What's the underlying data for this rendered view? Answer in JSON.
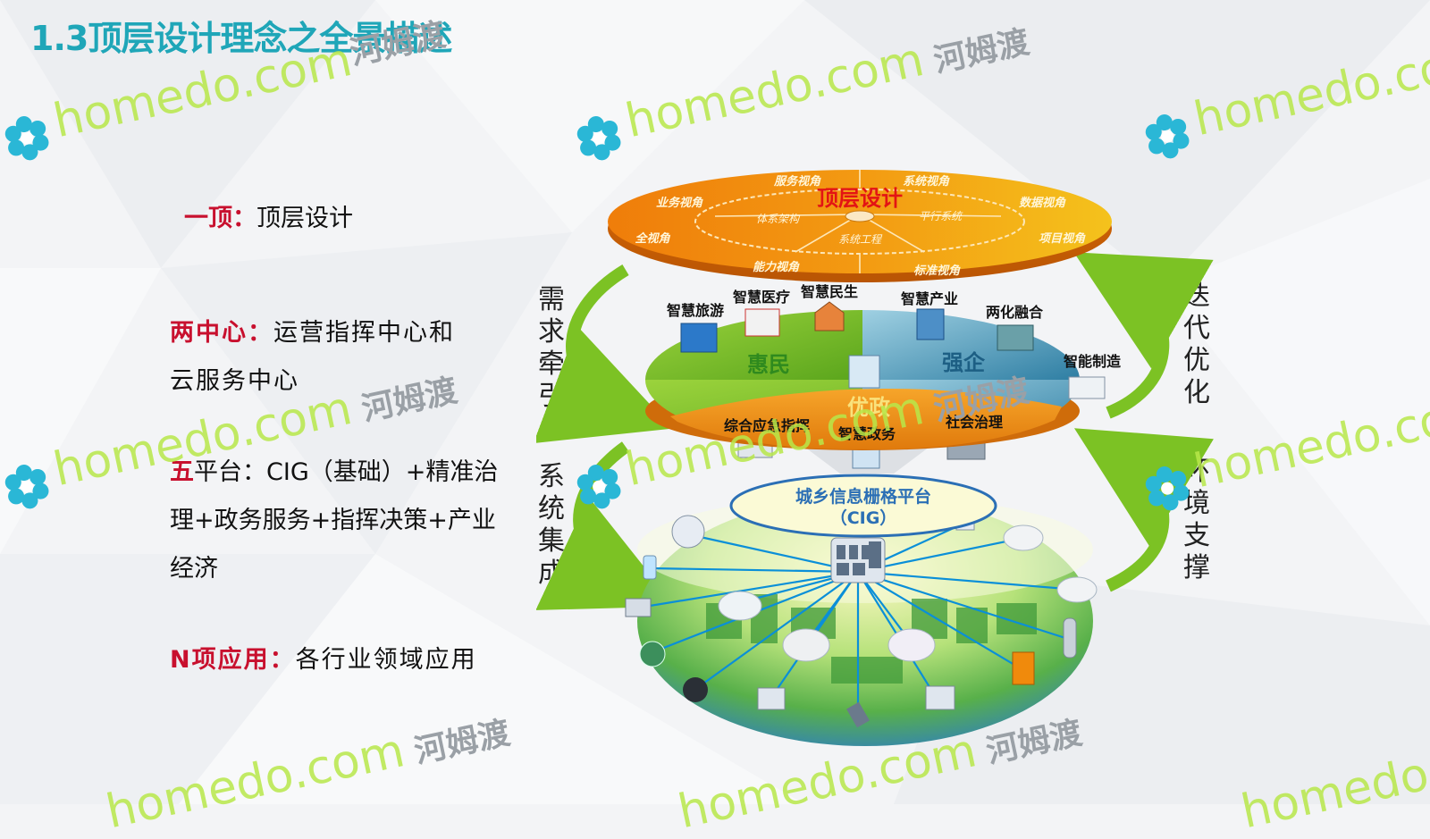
{
  "title": "1.3顶层设计理念之全景描述",
  "points": [
    {
      "label": "一顶：",
      "text": "顶层设计"
    },
    {
      "label": "两中心：",
      "text": "运营指挥中心和云服务中心"
    },
    {
      "label": "五",
      "text": "平台：CIG（基础）+精准治理+政务服务+指挥决策+产业经济"
    },
    {
      "label": "N项应用：",
      "text": "各行业领域应用"
    }
  ],
  "side_labels": {
    "left_top": "需求牵引",
    "left_bottom": "系统集成",
    "right_top": "迭代优化",
    "right_bottom": "环境支撑"
  },
  "top_disc": {
    "title": "顶层设计",
    "outer": [
      "服务视角",
      "系统视角",
      "数据视角",
      "项目视角",
      "标准视角",
      "能力视角",
      "全视角",
      "业务视角"
    ],
    "inner": [
      "体系架构",
      "平行系统",
      "系统工程"
    ]
  },
  "middle_disc": {
    "sectors": [
      "惠民",
      "强企",
      "优政"
    ],
    "apps": [
      "智慧旅游",
      "智慧医疗",
      "智慧民生",
      "智慧产业",
      "两化融合",
      "智能制造",
      "综合应急指挥",
      "智慧政务",
      "社会治理"
    ]
  },
  "bottom_disc": {
    "platform": "城乡信息栅格平台",
    "platform_sub": "（CIG）"
  },
  "watermarks": {
    "domain": "homedo.com",
    "cn": "河姆渡"
  },
  "colors": {
    "title": "#1fa6b8",
    "label_red": "#c8102e",
    "arrow_green": "#7cc224",
    "disc_orange": "#f08a0c",
    "disc_yellow": "#f6c20d",
    "sector_green": "#7cc224",
    "sector_blue": "#3a8fb4"
  }
}
